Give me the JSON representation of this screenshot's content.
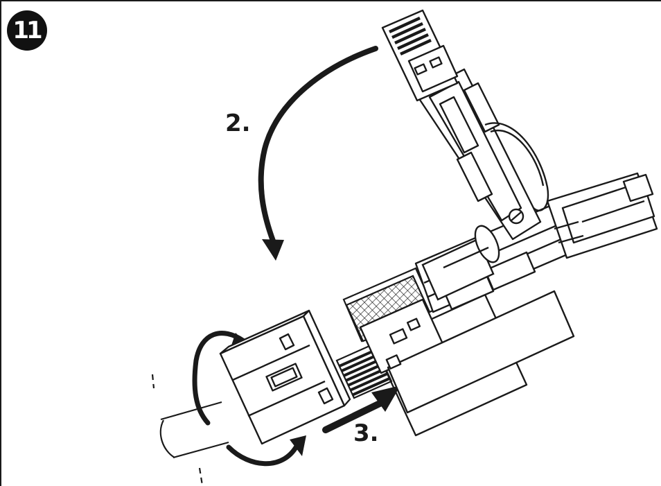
{
  "badge": {
    "text": "11"
  },
  "steps": {
    "step2": "2.",
    "step3": "3."
  },
  "colors": {
    "ink": "#1a1a1a",
    "paper": "#ffffff"
  },
  "icons": {
    "rotate_down": "curved-arrow-down-icon",
    "push": "straight-arrow-icon",
    "twist": "rotate-arrows-icon"
  }
}
